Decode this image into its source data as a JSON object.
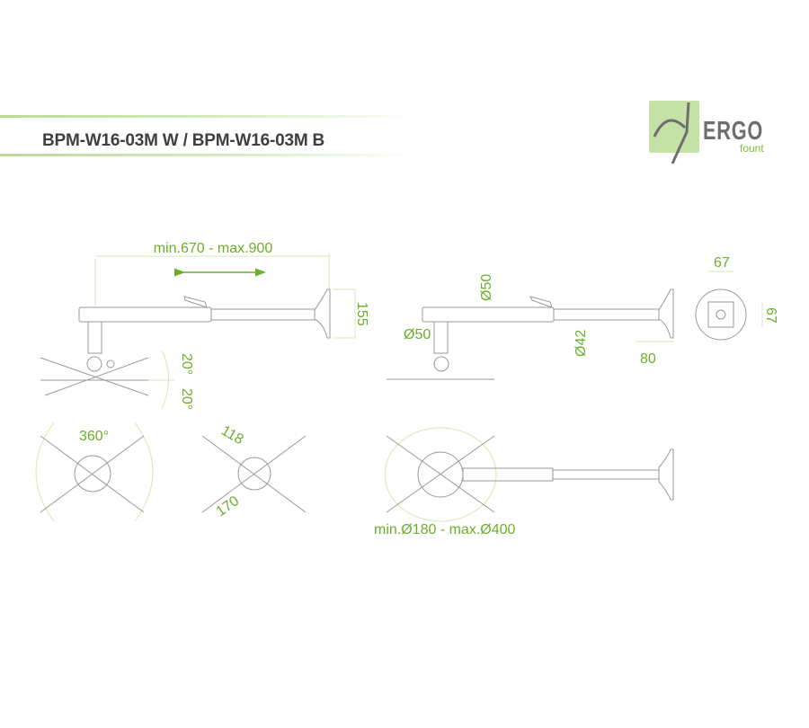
{
  "header": {
    "title": "BPM-W16-03M W / BPM-W16-03M B"
  },
  "logo": {
    "brand": "ERGO",
    "sub": "fount"
  },
  "dimensions": {
    "arm_length": "min.670 - max.900",
    "plate_height": "155",
    "tilt_up": "20°",
    "tilt_down": "20°",
    "post_diameter": "Ø50",
    "arm_diameter": "Ø50",
    "tube_diameter": "Ø42",
    "plate_depth": "80",
    "plate_width": "67",
    "plate_height_front": "67",
    "rotation": "360°",
    "arm_inner": "118",
    "arm_outer": "170",
    "spider_range": "min.Ø180 - max.Ø400"
  },
  "colors": {
    "accent": "#6cae2b",
    "line": "#9a9a9a"
  }
}
